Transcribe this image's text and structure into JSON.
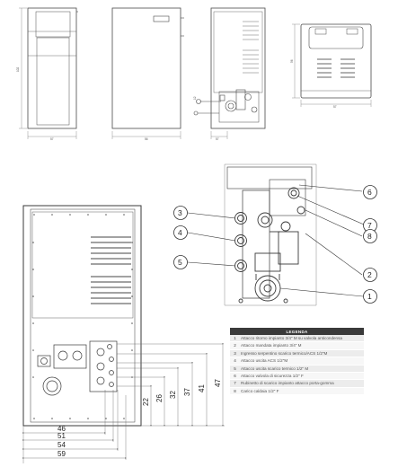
{
  "top_dims": {
    "front_width": "57",
    "side_depth": "56",
    "back_width": "57",
    "back_offset": "12",
    "height": "102",
    "top_width": "57",
    "top_depth": "56"
  },
  "callouts": [
    "1",
    "2",
    "3",
    "4",
    "5",
    "6",
    "7",
    "8"
  ],
  "vertical_dims": [
    "22",
    "26",
    "32",
    "37",
    "41",
    "47"
  ],
  "horizontal_dims": [
    "46",
    "51",
    "54",
    "59"
  ],
  "legend": {
    "title": "LEGENDA",
    "rows": [
      {
        "num": "1",
        "text": "Attacco ritorno impianto 3/4\" M su valvola anticondensa"
      },
      {
        "num": "2",
        "text": "Attacco mandata impianto 3/4\" M"
      },
      {
        "num": "3",
        "text": "Ingresso serpentino scarico termico/ACS 1/2\"M"
      },
      {
        "num": "4",
        "text": "Attacco uscita ACS 1/2\"M"
      },
      {
        "num": "5",
        "text": "Attacco uscita scarico termico 1/2\" M"
      },
      {
        "num": "6",
        "text": "Attacco valvola di sicurezza 1/2\" F"
      },
      {
        "num": "7",
        "text": "Rubinetto di scarico impianto attacco porta-gomma"
      },
      {
        "num": "8",
        "text": "Carico caldaia 1/2\" F"
      }
    ]
  },
  "colors": {
    "line": "#4a4a4a",
    "light_line": "#9a9a9a",
    "legend_header": "#3a3a3a",
    "background": "#ffffff"
  }
}
